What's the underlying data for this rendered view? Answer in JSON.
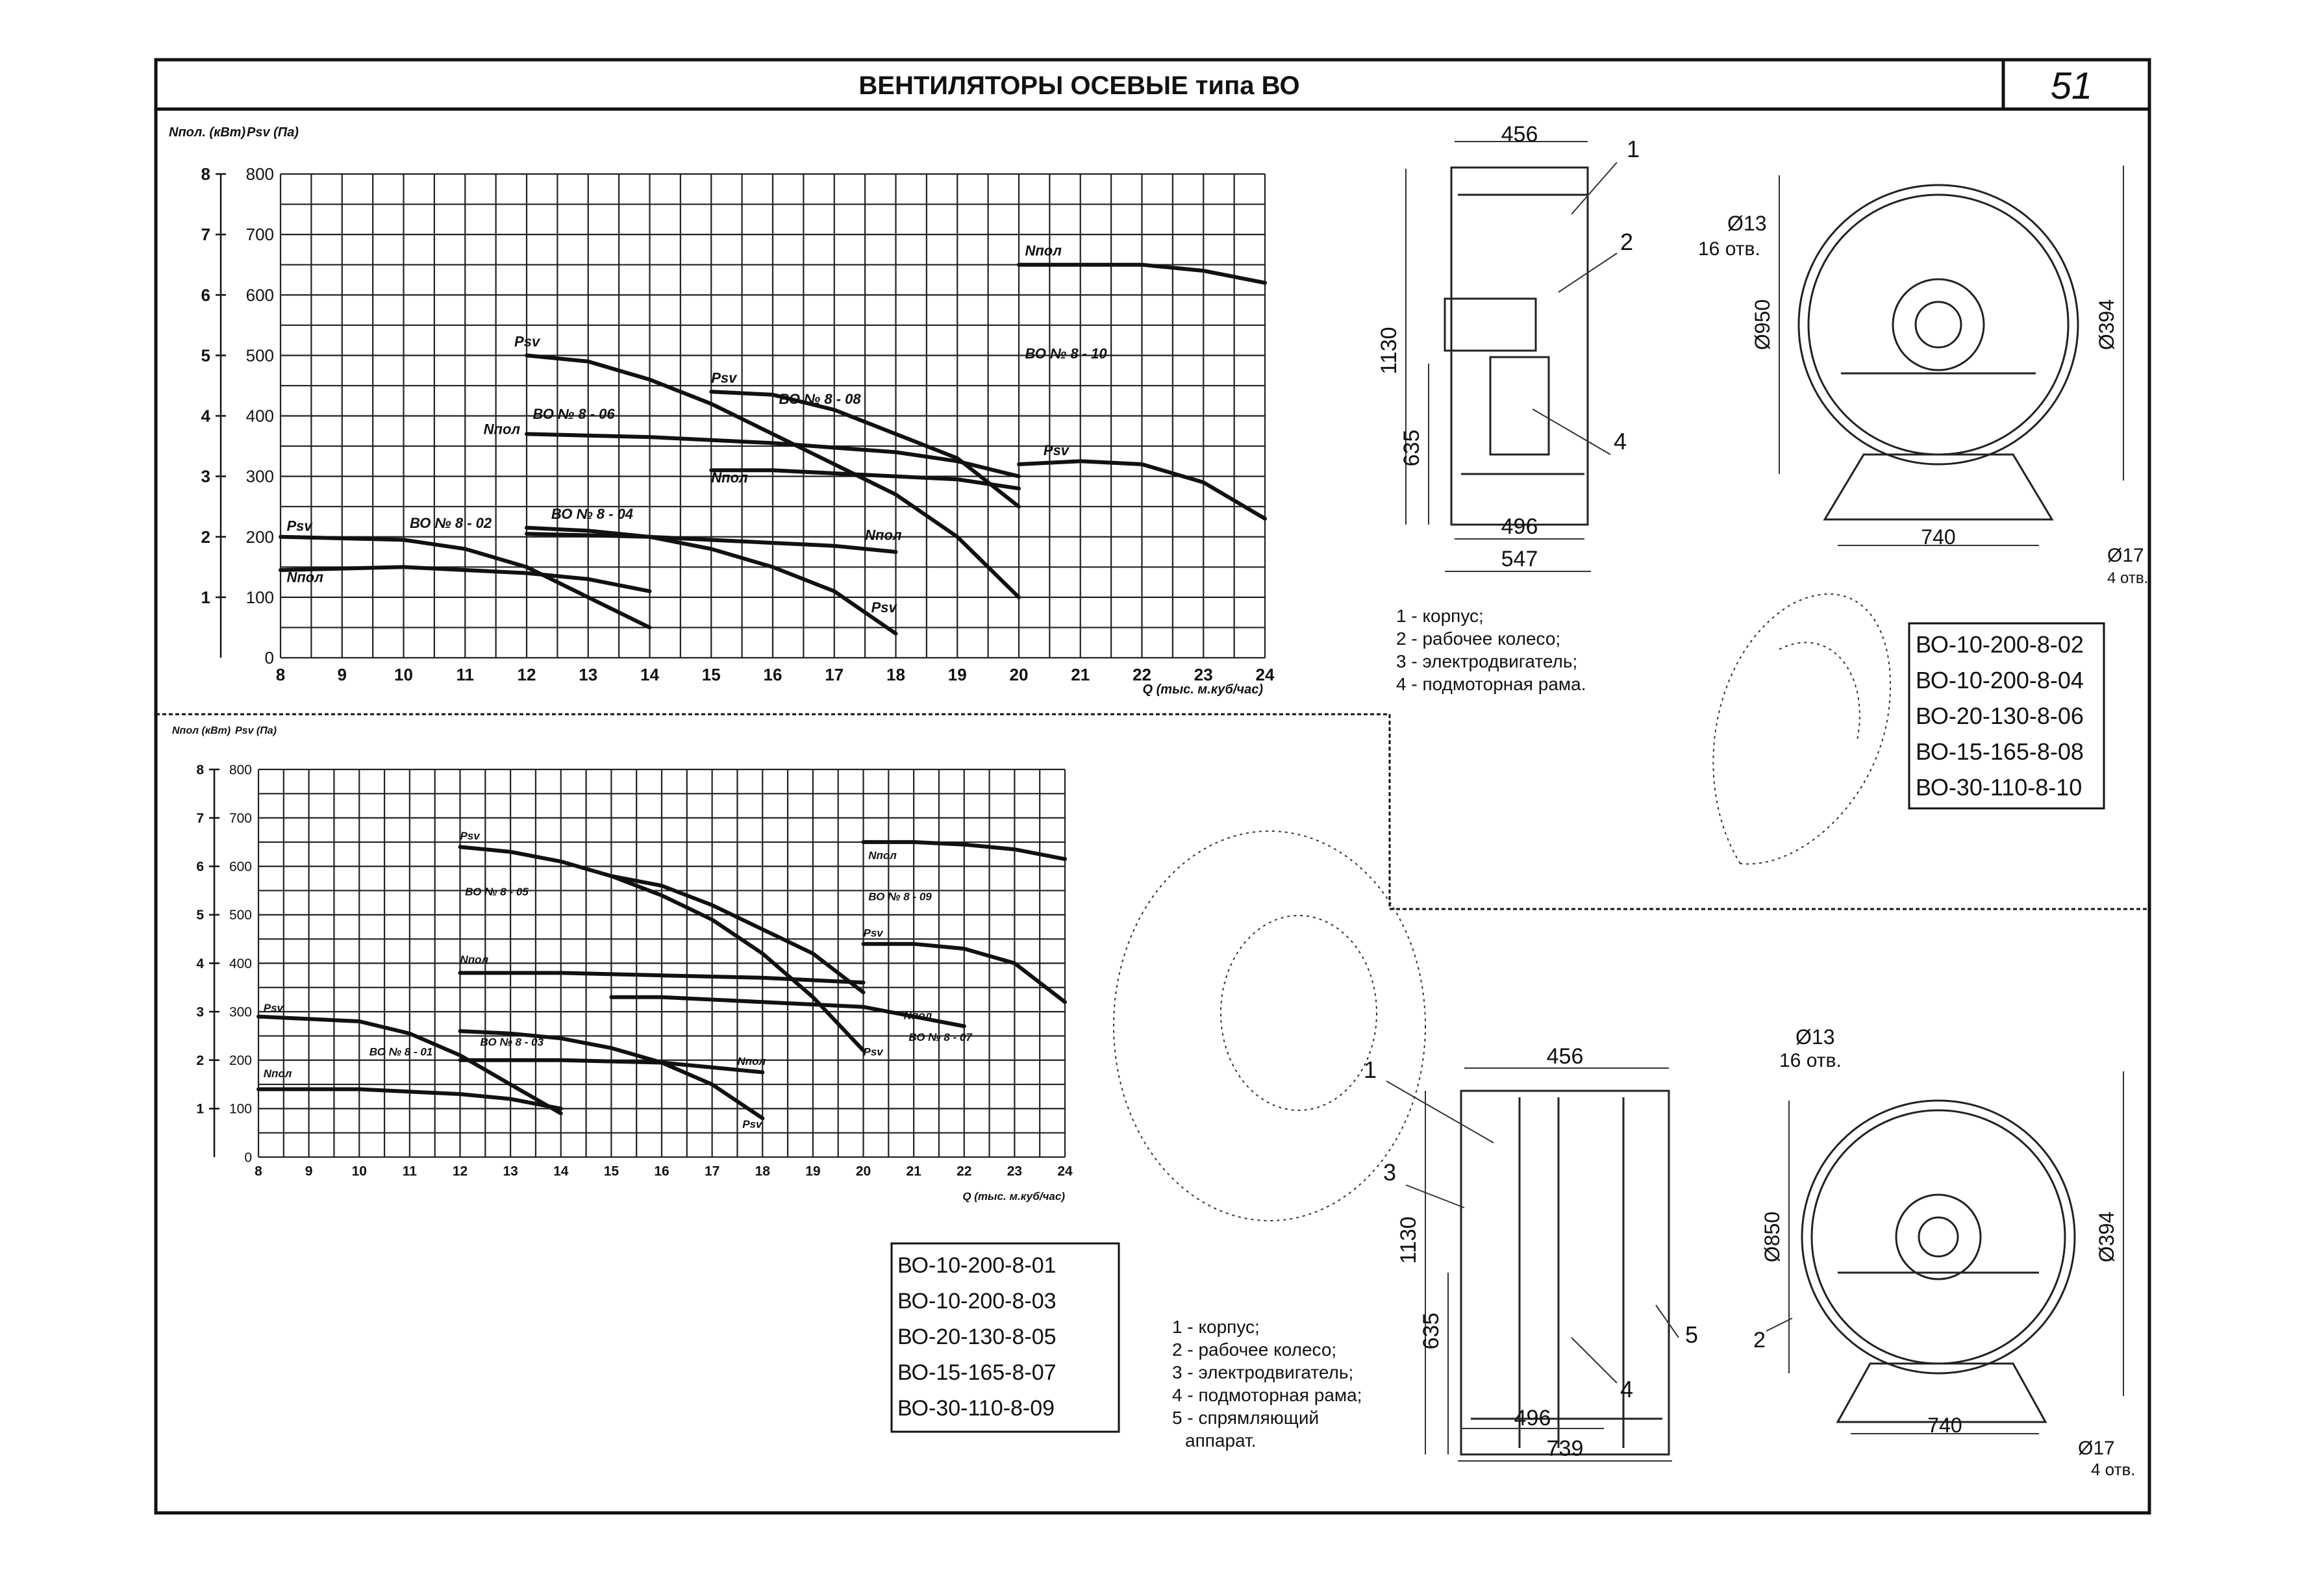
{
  "header": {
    "title": "ВЕНТИЛЯТОРЫ ОСЕВЫЕ типа ВО",
    "page_number": "51"
  },
  "chart_data": [
    {
      "type": "line",
      "panel": "top",
      "ylabel_left": "Nпол. (кВт)",
      "ylabel_right": "Psv (Па)",
      "xlabel": "Q (тыс. м.куб/час)",
      "xlim": [
        8,
        24
      ],
      "ylim": [
        0,
        800
      ],
      "ylim_power": [
        0,
        8
      ],
      "x_ticks": [
        "8",
        "9",
        "10",
        "11",
        "12",
        "13",
        "14",
        "15",
        "16",
        "17",
        "18",
        "19",
        "20",
        "21",
        "22",
        "23",
        "24"
      ],
      "y_ticks_pressure": [
        "0",
        "100",
        "200",
        "300",
        "400",
        "500",
        "600",
        "700",
        "800"
      ],
      "y_ticks_power": [
        "1",
        "2",
        "3",
        "4",
        "5",
        "6",
        "7",
        "8"
      ],
      "grid": true,
      "series": [
        {
          "name": "Psv",
          "group": "ВО № 8 - 02",
          "x": [
            8,
            10,
            11,
            12,
            13,
            14
          ],
          "y": [
            200,
            195,
            180,
            150,
            100,
            50
          ]
        },
        {
          "name": "Nпол",
          "group": "ВО № 8 - 02",
          "x": [
            8,
            10,
            12,
            13,
            14
          ],
          "y": [
            145,
            150,
            140,
            130,
            110
          ]
        },
        {
          "name": "Psv",
          "group": "ВО № 8 - 04",
          "x": [
            12,
            13,
            14,
            15,
            16,
            17,
            18
          ],
          "y": [
            215,
            210,
            200,
            180,
            150,
            110,
            40
          ]
        },
        {
          "name": "Nпол",
          "group": "ВО № 8 - 04",
          "x": [
            12,
            14,
            16,
            17,
            18
          ],
          "y": [
            205,
            200,
            190,
            185,
            175
          ]
        },
        {
          "name": "Psv",
          "group": "ВО № 8 - 06",
          "x": [
            12,
            13,
            14,
            15,
            16,
            17,
            18,
            19,
            20
          ],
          "y": [
            500,
            490,
            460,
            420,
            370,
            320,
            270,
            200,
            100
          ]
        },
        {
          "name": "Nпол",
          "group": "ВО № 8 - 06",
          "x": [
            12,
            14,
            16,
            18,
            19,
            20
          ],
          "y": [
            370,
            365,
            355,
            340,
            325,
            300
          ]
        },
        {
          "name": "Psv",
          "group": "ВО № 8 - 08",
          "x": [
            15,
            16,
            17,
            18,
            19,
            20
          ],
          "y": [
            440,
            435,
            410,
            370,
            330,
            250
          ]
        },
        {
          "name": "Nпол",
          "group": "ВО № 8 - 08",
          "x": [
            15,
            16,
            17,
            18,
            19,
            20
          ],
          "y": [
            310,
            310,
            305,
            300,
            295,
            280
          ]
        },
        {
          "name": "Nпол",
          "group": "ВО № 8 - 10",
          "x": [
            20,
            21,
            22,
            23,
            24
          ],
          "y": [
            650,
            650,
            650,
            640,
            620
          ]
        },
        {
          "name": "Psv",
          "group": "ВО № 8 - 10",
          "x": [
            20,
            21,
            22,
            23,
            24
          ],
          "y": [
            320,
            325,
            320,
            290,
            230
          ]
        }
      ],
      "curve_labels": [
        {
          "text": "Psv",
          "x": 8.1,
          "y": 210
        },
        {
          "text": "Nпол",
          "x": 8.1,
          "y": 125
        },
        {
          "text": "ВО № 8 - 02",
          "x": 10.1,
          "y": 215
        },
        {
          "text": "ВО № 8 - 04",
          "x": 12.4,
          "y": 230
        },
        {
          "text": "Nпол",
          "x": 17.5,
          "y": 195
        },
        {
          "text": "Psv",
          "x": 17.6,
          "y": 75
        },
        {
          "text": "Psv",
          "x": 11.8,
          "y": 515
        },
        {
          "text": "ВО № 8 - 06",
          "x": 12.1,
          "y": 395
        },
        {
          "text": "Nпол",
          "x": 11.3,
          "y": 370
        },
        {
          "text": "Psv",
          "x": 15,
          "y": 455
        },
        {
          "text": "ВО № 8 - 08",
          "x": 16.1,
          "y": 420
        },
        {
          "text": "Nпол",
          "x": 15,
          "y": 290
        },
        {
          "text": "Nпол",
          "x": 20.1,
          "y": 665
        },
        {
          "text": "ВО № 8 - 10",
          "x": 20.1,
          "y": 495
        },
        {
          "text": "Psv",
          "x": 20.4,
          "y": 335
        }
      ]
    },
    {
      "type": "line",
      "panel": "bottom",
      "ylabel_left": "Nпол (кВт)",
      "ylabel_right": "Psv (Па)",
      "xlabel": "Q (тыс. м.куб/час)",
      "xlim": [
        8,
        24
      ],
      "ylim": [
        0,
        800
      ],
      "ylim_power": [
        0,
        8
      ],
      "x_ticks": [
        "8",
        "9",
        "10",
        "11",
        "12",
        "13",
        "14",
        "15",
        "16",
        "17",
        "18",
        "19",
        "20",
        "21",
        "22",
        "23",
        "24"
      ],
      "y_ticks_pressure": [
        "0",
        "100",
        "200",
        "300",
        "400",
        "500",
        "600",
        "700",
        "800"
      ],
      "y_ticks_power": [
        "1",
        "2",
        "3",
        "4",
        "5",
        "6",
        "7",
        "8"
      ],
      "grid": true,
      "series": [
        {
          "name": "Psv",
          "group": "ВО № 8 - 01",
          "x": [
            8,
            10,
            11,
            12,
            13,
            14
          ],
          "y": [
            290,
            280,
            255,
            210,
            150,
            90
          ]
        },
        {
          "name": "Nпол",
          "group": "ВО № 8 - 01",
          "x": [
            8,
            10,
            12,
            13,
            14
          ],
          "y": [
            140,
            140,
            130,
            120,
            100
          ]
        },
        {
          "name": "Psv",
          "group": "ВО № 8 - 03",
          "x": [
            12,
            13,
            14,
            15,
            16,
            17,
            18
          ],
          "y": [
            260,
            255,
            245,
            225,
            195,
            150,
            80
          ]
        },
        {
          "name": "Nпол",
          "group": "ВО № 8 - 03",
          "x": [
            12,
            14,
            16,
            17,
            18
          ],
          "y": [
            200,
            200,
            195,
            185,
            175
          ]
        },
        {
          "name": "Psv",
          "group": "ВО № 8 - 05",
          "x": [
            12,
            13,
            14,
            15,
            16,
            17,
            18,
            19,
            20
          ],
          "y": [
            640,
            630,
            610,
            580,
            540,
            490,
            420,
            330,
            220
          ]
        },
        {
          "name": "Nпол",
          "group": "ВО № 8 - 05",
          "x": [
            12,
            14,
            16,
            18,
            20
          ],
          "y": [
            380,
            380,
            375,
            370,
            360
          ]
        },
        {
          "name": "Psv",
          "group": "ВО № 8 - 07",
          "x": [
            15,
            16,
            17,
            18,
            19,
            20
          ],
          "y": [
            580,
            560,
            520,
            470,
            420,
            340
          ]
        },
        {
          "name": "Nпол",
          "group": "ВО № 8 - 07",
          "x": [
            15,
            16,
            18,
            20,
            21,
            22
          ],
          "y": [
            330,
            330,
            320,
            310,
            290,
            270
          ]
        },
        {
          "name": "Nпол",
          "group": "ВО № 8 - 09",
          "x": [
            20,
            21,
            22,
            23,
            24
          ],
          "y": [
            650,
            650,
            645,
            635,
            615
          ]
        },
        {
          "name": "Psv",
          "group": "ВО № 8 - 09",
          "x": [
            20,
            21,
            22,
            23,
            24
          ],
          "y": [
            440,
            440,
            430,
            400,
            320
          ]
        }
      ],
      "curve_labels": [
        {
          "text": "Psv",
          "x": 8.1,
          "y": 300
        },
        {
          "text": "Nпол",
          "x": 8.1,
          "y": 165
        },
        {
          "text": "ВО № 8 - 01",
          "x": 10.2,
          "y": 210
        },
        {
          "text": "ВО № 8 - 03",
          "x": 12.4,
          "y": 230
        },
        {
          "text": "Nпол",
          "x": 17.5,
          "y": 190
        },
        {
          "text": "Psv",
          "x": 17.6,
          "y": 60
        },
        {
          "text": "Psv",
          "x": 12,
          "y": 655
        },
        {
          "text": "ВО № 8 - 05",
          "x": 12.1,
          "y": 540
        },
        {
          "text": "Nпол",
          "x": 12,
          "y": 400
        },
        {
          "text": "Psv",
          "x": 20,
          "y": 455
        },
        {
          "text": "Nпол",
          "x": 20.1,
          "y": 615
        },
        {
          "text": "ВО № 8 - 09",
          "x": 20.1,
          "y": 530
        },
        {
          "text": "Nпол",
          "x": 20.8,
          "y": 285
        },
        {
          "text": "ВО № 8 - 07",
          "x": 20.9,
          "y": 240
        },
        {
          "text": "Psv",
          "x": 20,
          "y": 210
        }
      ]
    }
  ],
  "drawing_top": {
    "dims": [
      "456",
      "1130",
      "635",
      "496",
      "547",
      "Ø13",
      "16 отв.",
      "Ø950",
      "Ø394",
      "740",
      "Ø17",
      "4 отв."
    ],
    "callouts": [
      "1",
      "2",
      "4"
    ],
    "legend": [
      "1 - корпус;",
      "2 - рабочее колесо;",
      "3 - электродвигатель;",
      "4 -  подмоторная рама."
    ],
    "models": [
      "ВО-10-200-8-02",
      "ВО-10-200-8-04",
      "ВО-20-130-8-06",
      "ВО-15-165-8-08",
      "ВО-30-110-8-10"
    ]
  },
  "drawing_bottom": {
    "dims": [
      "456",
      "1130",
      "635",
      "496",
      "739",
      "Ø13",
      "16 отв.",
      "Ø850",
      "Ø394",
      "740",
      "Ø17",
      "4 отв."
    ],
    "callouts": [
      "1",
      "2",
      "3",
      "4",
      "5"
    ],
    "legend": [
      "1 - корпус;",
      "2 - рабочее колесо;",
      "3 - электродвигатель;",
      "4 - подмоторная рама;",
      "5 - спрямляющий",
      "аппарат."
    ],
    "models": [
      "ВО-10-200-8-01",
      "ВО-10-200-8-03",
      "ВО-20-130-8-05",
      "ВО-15-165-8-07",
      "ВО-30-110-8-09"
    ]
  }
}
